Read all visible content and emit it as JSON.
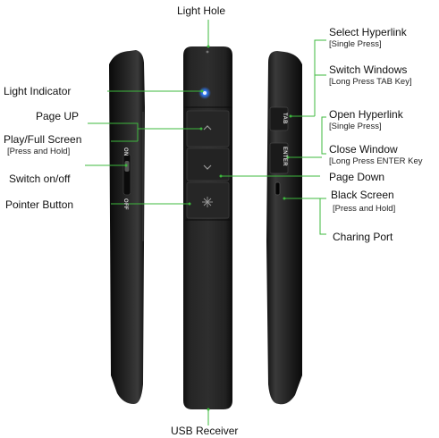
{
  "labels": {
    "light_hole": "Light Hole",
    "light_indicator": "Light Indicator",
    "page_up": "Page UP",
    "play_full_screen": "Play/Full Screen",
    "play_full_screen_sub": "[Press and Hold]",
    "switch_on_off": "Switch on/off",
    "pointer_button": "Pointer Button",
    "select_hyperlink": "Select  Hyperlink",
    "select_hyperlink_sub": "[Single Press]",
    "switch_windows": "Switch Windows",
    "switch_windows_sub": "[Long Press TAB Key]",
    "open_hyperlink": "Open  Hyperlink",
    "open_hyperlink_sub": "[Single Press]",
    "close_window": "Close Window",
    "close_window_sub": "[Long Press ENTER Key",
    "page_down": "Page  Down",
    "black_screen": "Black  Screen",
    "black_screen_sub": "[Press and Hold]",
    "charging_port": "Charing Port",
    "usb_receiver": "USB  Receiver"
  },
  "device_text": {
    "on": "ON",
    "off": "OFF",
    "tab": "TAB",
    "enter": "ENTER"
  },
  "colors": {
    "leader_line": "#3db83d",
    "device_body": "#1c1c1c",
    "indicator": "#2f7bff"
  },
  "icons": {
    "page_up_button": "chevron-up-icon",
    "page_down_button": "chevron-down-icon",
    "pointer_button": "sunburst-icon"
  }
}
